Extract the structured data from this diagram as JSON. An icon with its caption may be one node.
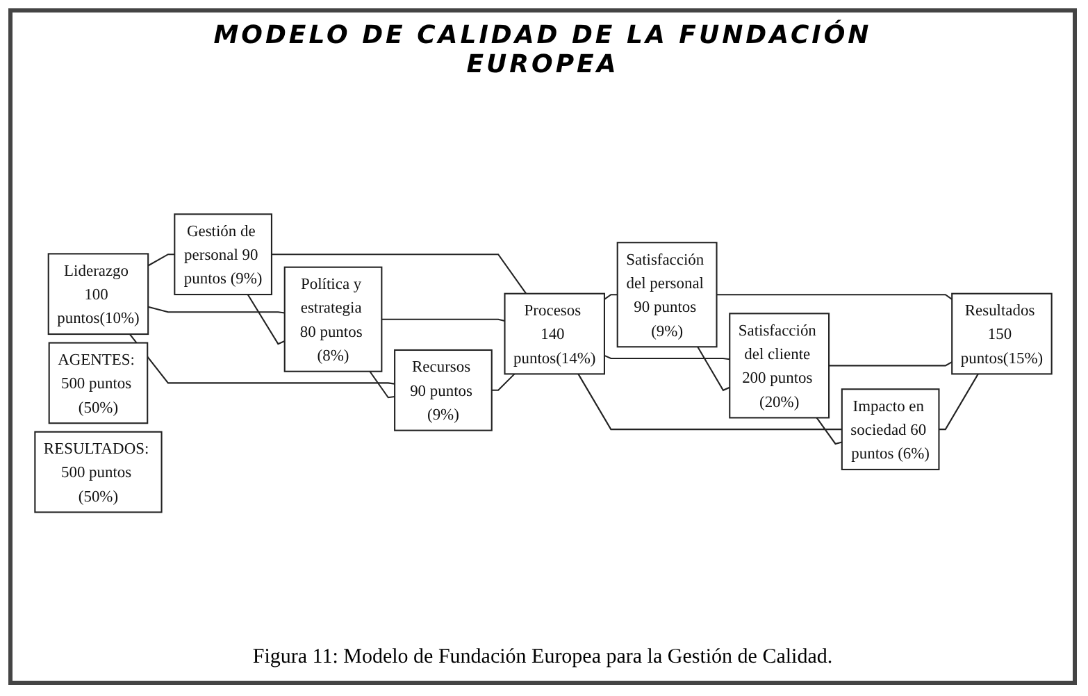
{
  "diagram": {
    "title": "MODELO DE CALIDAD DE LA FUNDACIÓN EUROPEA",
    "caption": "Figura 11: Modelo de Fundación Europea para la Gestión de Calidad.",
    "nodes": [
      {
        "text": [
          "Liderazgo 100 puntos(10%)"
        ]
      },
      {
        "text": [
          "Gestión de personal 90 puntos (9%)"
        ]
      },
      {
        "text": [
          "Política y estrategia 80 puntos (8%)"
        ]
      },
      {
        "text": [
          "Recursos 90 puntos (9%)"
        ]
      },
      {
        "text": [
          "Procesos 140 puntos(14%)"
        ]
      },
      {
        "text": [
          "Satisfacción del personal 90 puntos (9%)"
        ]
      },
      {
        "text": [
          "Satisfacción del cliente 200 puntos (20%)"
        ]
      },
      {
        "text": [
          "Impacto en sociedad 60 puntos (6%)"
        ]
      },
      {
        "text": [
          "Resultados 150 puntos(15%)"
        ]
      },
      {
        "text": [
          "AGENTES: 500 puntos (50%)"
        ]
      },
      {
        "text": [
          "RESULTADOS: 500 puntos (50%)"
        ]
      }
    ],
    "edges": [
      {
        "from": 0,
        "to": 1,
        "arrow": "none"
      },
      {
        "from": 0,
        "to": 2,
        "arrow": "none"
      },
      {
        "from": 0,
        "to": 3,
        "arrow": "none"
      },
      {
        "from": 1,
        "to": 2,
        "arrow": "none"
      },
      {
        "from": 2,
        "to": 3,
        "arrow": "none"
      },
      {
        "from": 1,
        "to": 4,
        "arrow": "none"
      },
      {
        "from": 2,
        "to": 4,
        "arrow": "none"
      },
      {
        "from": 3,
        "to": 4,
        "arrow": "none"
      },
      {
        "from": 4,
        "to": 5,
        "arrow": "none"
      },
      {
        "from": 4,
        "to": 6,
        "arrow": "none"
      },
      {
        "from": 4,
        "to": 7,
        "arrow": "none"
      },
      {
        "from": 5,
        "to": 6,
        "arrow": "none"
      },
      {
        "from": 6,
        "to": 7,
        "arrow": "none"
      },
      {
        "from": 5,
        "to": 8,
        "arrow": "none"
      },
      {
        "from": 6,
        "to": 8,
        "arrow": "none"
      },
      {
        "from": 7,
        "to": 8,
        "arrow": "none"
      }
    ]
  }
}
